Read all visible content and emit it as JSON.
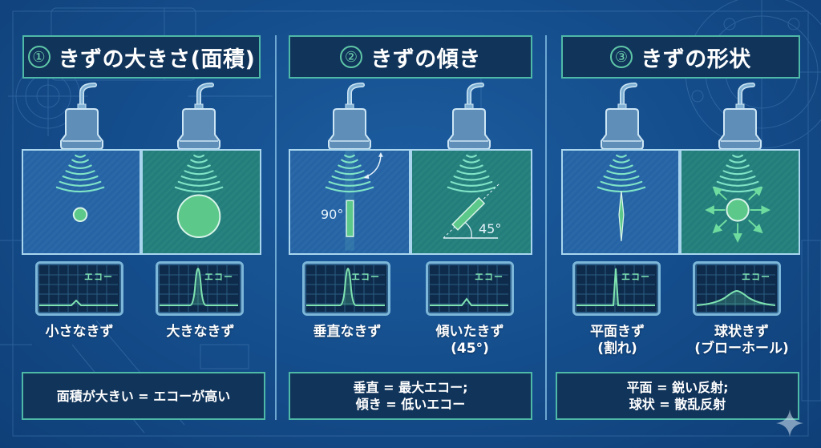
{
  "theme": {
    "background": "#144c8a",
    "title_box_bg": "#11345a",
    "title_box_border": "#4fb9a7",
    "echo_green": "#7fe3b1",
    "flaw_green": "#5cc98a",
    "specimen_blue": "#2563a4",
    "specimen_teal": "#237d7a"
  },
  "panels": [
    {
      "number": "①",
      "title": "きずの大きさ(面積)",
      "cases": [
        {
          "caption_lines": [
            "小さなきず"
          ],
          "flaw": "small-circle",
          "echo": "small-peak",
          "specimen": "blue"
        },
        {
          "caption_lines": [
            "大きなきず"
          ],
          "flaw": "large-circle",
          "echo": "tall-peak",
          "specimen": "teal"
        }
      ],
      "summary_lines": [
        "面積が大きい = エコーが高い"
      ]
    },
    {
      "number": "②",
      "title": "きずの傾き",
      "cases": [
        {
          "caption_lines": [
            "垂直なきず"
          ],
          "flaw": "vertical-bar",
          "angle_label": "90°",
          "echo": "tall-peak",
          "specimen": "blue"
        },
        {
          "caption_lines": [
            "傾いたきず",
            "(45°)"
          ],
          "flaw": "tilted-bar",
          "angle_label": "45°",
          "echo": "small-peak",
          "specimen": "teal"
        }
      ],
      "summary_lines": [
        "垂直 = 最大エコー;",
        "傾き = 低いエコー"
      ]
    },
    {
      "number": "③",
      "title": "きずの形状",
      "cases": [
        {
          "caption_lines": [
            "平面きず",
            "(割れ)"
          ],
          "flaw": "planar-crack",
          "echo": "sharp-peak",
          "specimen": "blue"
        },
        {
          "caption_lines": [
            "球状きず",
            "(ブローホール)"
          ],
          "flaw": "sphere-scatter",
          "echo": "broad-peak",
          "specimen": "teal"
        }
      ],
      "summary_lines": [
        "平面 = 鋭い反射;",
        "球状 = 散乱反射"
      ]
    }
  ],
  "scope_label": "エコー",
  "icons": {
    "probe": "ultrasonic-probe-icon",
    "waves": "sound-wave-icon",
    "sparkle": "sparkle-icon"
  }
}
